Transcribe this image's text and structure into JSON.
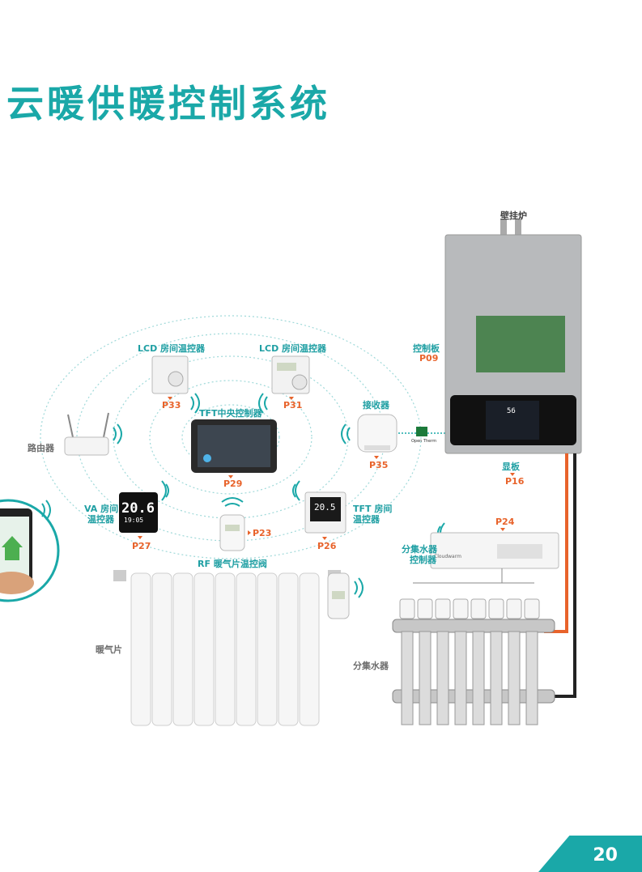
{
  "title": "云暖供暖控制系统",
  "page_number": "20",
  "labels": {
    "boiler": "壁挂炉",
    "control_board": "控制板",
    "control_board_page": "P09",
    "display": "显板",
    "display_page": "P16",
    "lcd1": "LCD 房间温控器",
    "lcd1_page": "P33",
    "lcd2": "LCD 房间温控器",
    "lcd2_page": "P31",
    "tft_central": "TFT中央控制器",
    "tft_central_page": "P29",
    "receiver": "接收器",
    "receiver_page": "P35",
    "router": "路由器",
    "va_line1": "VA 房间",
    "va_line2": "温控器",
    "va_page": "P27",
    "rf_valve_page": "P23",
    "rf_valve": "RF 暖气片温控阀",
    "tft_room_line1": "TFT 房间",
    "tft_room_line2": "温控器",
    "tft_room_page": "P26",
    "manifold_ctrl_line1": "分集水器",
    "manifold_ctrl_line2": "控制器",
    "manifold_ctrl_page": "P24",
    "radiator": "暖气片",
    "manifold": "分集水器"
  },
  "device_text": {
    "va_temp": "20.6",
    "va_time": "19:05",
    "tft_room_temp": "20.5",
    "boiler_display_temp": "56",
    "opentherm": "Open Therm",
    "brand": "Cloudwarm"
  },
  "colors": {
    "accent": "#1aa8a8",
    "page_ref": "#e8632b",
    "pipe_hot": "#e8632b",
    "pipe_cold": "#222222"
  }
}
